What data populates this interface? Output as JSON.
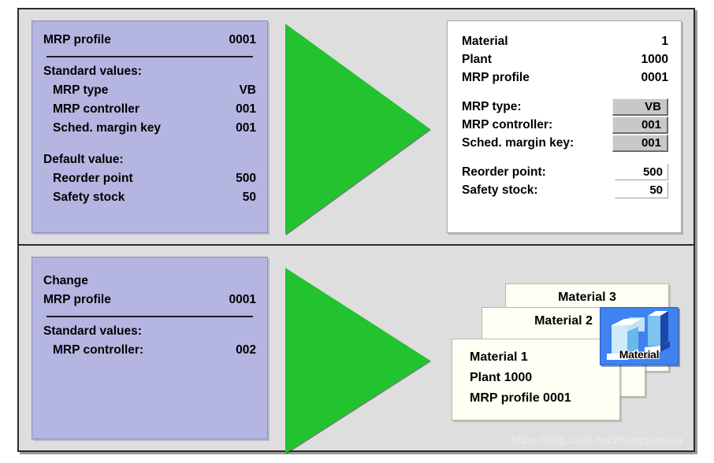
{
  "watermark": "https://blog.csdn.net/zhongguomao",
  "scenario_create": {
    "profile_panel": {
      "title_label": "MRP profile",
      "title_value": "0001",
      "standard_values_heading": "Standard values:",
      "standard_values": [
        {
          "label": "MRP type",
          "value": "VB"
        },
        {
          "label": "MRP controller",
          "value": "001"
        },
        {
          "label": "Sched. margin key",
          "value": "001"
        }
      ],
      "default_value_heading": "Default value:",
      "default_values": [
        {
          "label": "Reorder point",
          "value": "500"
        },
        {
          "label": "Safety stock",
          "value": "50"
        }
      ]
    },
    "arrow_icon": "green-right-arrow",
    "material_screen": {
      "header_fields": [
        {
          "label": "Material",
          "value": "1"
        },
        {
          "label": "Plant",
          "value": "1000"
        },
        {
          "label": "MRP profile",
          "value": "0001"
        }
      ],
      "profile_fields": [
        {
          "label": "MRP type:",
          "value": "VB"
        },
        {
          "label": "MRP controller:",
          "value": "001"
        },
        {
          "label": "Sched. margin key:",
          "value": "001"
        }
      ],
      "entry_fields": [
        {
          "label": "Reorder point:",
          "value": "500"
        },
        {
          "label": "Safety stock:",
          "value": "50"
        }
      ]
    }
  },
  "scenario_change": {
    "profile_panel": {
      "action_label": "Change",
      "title_label": "MRP profile",
      "title_value": "0001",
      "standard_values_heading": "Standard values:",
      "standard_values": [
        {
          "label": "MRP controller:",
          "value": "002"
        }
      ]
    },
    "arrow_icon": "green-right-arrow",
    "card_stack": {
      "card3_title": "Material 3",
      "card2_title": "Material 2",
      "card1_lines": [
        "Material 1",
        "Plant 1000",
        "MRP profile 0001"
      ],
      "icon_caption": "Material",
      "icon_name": "material-3d-blocks-icon"
    }
  },
  "colors": {
    "profile_panel_bg": "#b5b5e2",
    "arrow_green": "#22c32e",
    "diagram_bg": "#dededf",
    "screen_bg": "#ffffff",
    "icon_blue": "#3f82f0"
  }
}
